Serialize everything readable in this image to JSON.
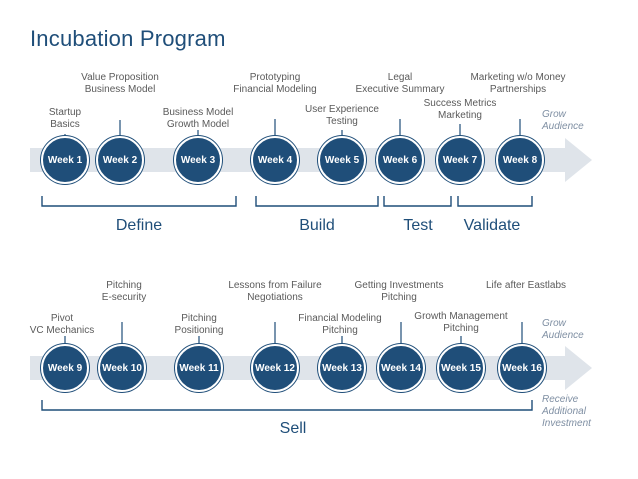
{
  "title": "Incubation Program",
  "accent_color": "#1f4e79",
  "arrow_color": "#dfe4ea",
  "row1": {
    "weeks": [
      "Week 1",
      "Week 2",
      "Week 3",
      "Week 4",
      "Week 5",
      "Week 6",
      "Week 7",
      "Week 8"
    ],
    "topics": [
      "Startup\nBasics",
      "Value Proposition\nBusiness Model",
      "Business Model\nGrowth Model",
      "Prototyping\nFinancial Modeling",
      "User Experience\nTesting",
      "Legal\nExecutive Summary",
      "Success Metrics\nMarketing",
      "Marketing w/o Money\nPartnerships"
    ],
    "side_note": "Grow\nAudience",
    "phases": [
      "Define",
      "Build",
      "Test",
      "Validate"
    ]
  },
  "row2": {
    "weeks": [
      "Week 9",
      "Week 10",
      "Week 11",
      "Week 12",
      "Week 13",
      "Week 14",
      "Week 15",
      "Week 16"
    ],
    "topics": [
      "Pivot\nVC Mechanics",
      "Pitching\nE-security",
      "Pitching\nPositioning",
      "Lessons from Failure\nNegotiations",
      "Financial Modeling\nPitching",
      "Getting Investments\nPitching",
      "Growth Management\nPitching",
      "Life after Eastlabs"
    ],
    "side_note_top": "Grow\nAudience",
    "side_note_bottom": "Receive\nAdditional\nInvestment",
    "phases": [
      "Sell"
    ]
  }
}
